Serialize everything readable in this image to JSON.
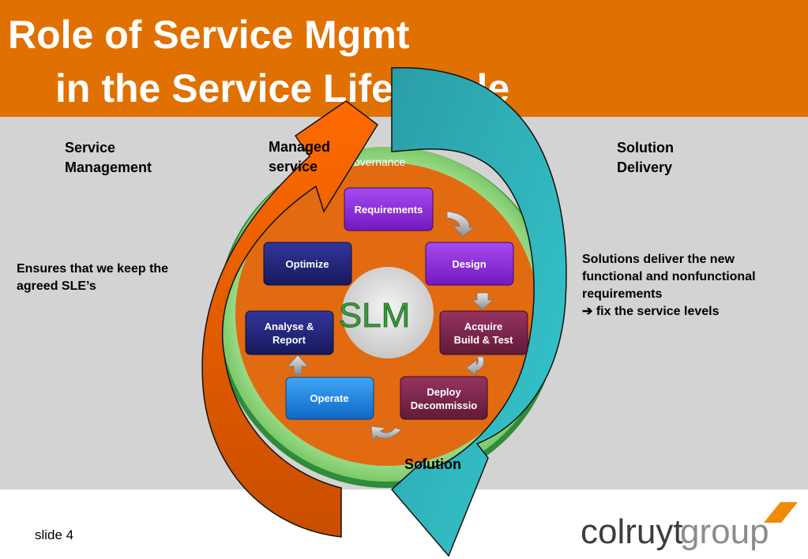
{
  "title_line1": "Role of Service Mgmt",
  "title_line2": "in the Service Life Cycle",
  "left": {
    "heading_line1": "Service",
    "heading_line2": "Management",
    "desc_line1": "Ensures that we keep the",
    "desc_line2": "agreed SLE’s"
  },
  "right": {
    "heading_line1": "Solution",
    "heading_line2": "Delivery",
    "desc_line1": "Solutions deliver the new",
    "desc_line2": "functional and nonfunctional",
    "desc_line3": "requirements",
    "desc_line4": "➔ fix the service levels"
  },
  "cycle": {
    "top_arrow_label_line1": "Managed",
    "top_arrow_label_line2": "service",
    "bottom_arrow_label": "Solution",
    "ring_label": "overnance",
    "center_label": "SLM",
    "steps": {
      "requirements": "Requirements",
      "design": "Design",
      "acquire_line1": "Acquire",
      "acquire_line2": "Build & Test",
      "deploy_line1": "Deploy",
      "deploy_line2": "Decommissio",
      "operate": "Operate",
      "analyse_line1": "Analyse &",
      "analyse_line2": "Report",
      "optimize": "Optimize"
    }
  },
  "footer": {
    "slide": "slide 4",
    "logo_part1": "colruyt",
    "logo_part2": "group"
  },
  "colors": {
    "header_orange": "#e07000",
    "band_grey": "#d4d3d3",
    "ring_green": "#8fd77a",
    "disk_orange": "#e26a10",
    "arrow_orange": "#e25e00",
    "arrow_teal": "#2aa5a8",
    "purple_button": "#8a1fd8",
    "navy_button": "#23247a",
    "maroon_button": "#7a2448",
    "blue_button": "#1a7fe0"
  }
}
